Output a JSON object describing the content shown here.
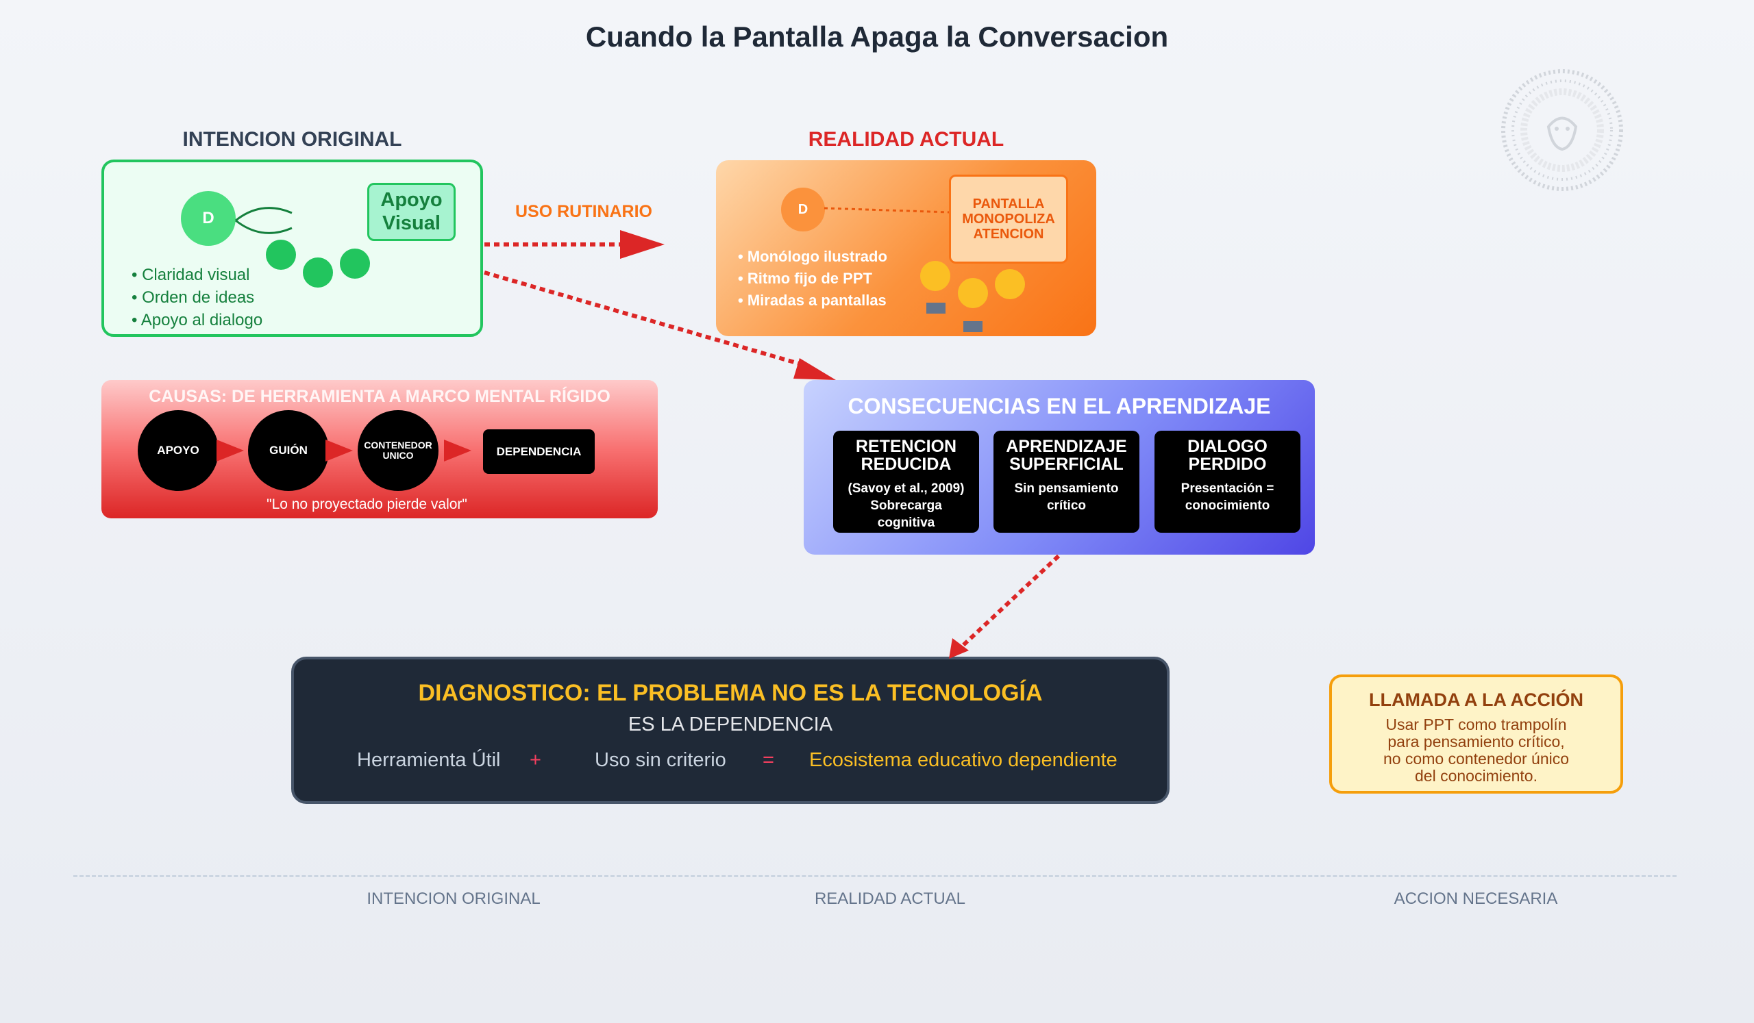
{
  "title": "Cuando la Pantalla Apaga la Conversacion",
  "colors": {
    "green": "#22c55e",
    "orange": "#f97316",
    "red": "#dc2626",
    "indigo": "#6366f1",
    "dark": "#1f2937",
    "amber": "#fbbf24"
  },
  "original": {
    "heading": "INTENCION ORIGINAL",
    "avatar": "D",
    "visual_support": [
      "Apoyo",
      "Visual"
    ],
    "bullets": [
      "• Claridad visual",
      "• Orden de ideas",
      "• Apoyo al dialogo"
    ]
  },
  "arrow_label": "USO RUTINARIO",
  "reality": {
    "heading": "REALIDAD ACTUAL",
    "avatar": "D",
    "screen_label": [
      "PANTALLA",
      "MONOPOLIZA",
      "ATENCION"
    ],
    "bullets": [
      "• Monólogo ilustrado",
      "• Ritmo fijo de PPT",
      "• Miradas a pantallas"
    ]
  },
  "causes": {
    "title": "CAUSAS: DE HERRAMIENTA A MARCO MENTAL RÍGIDO",
    "steps": [
      "APOYO",
      "GUIÓN",
      "CONTENEDOR",
      "UNICO"
    ],
    "final_step": "DEPENDENCIA",
    "quote": "\"Lo no proyectado pierde valor\""
  },
  "consequences": {
    "title": "CONSECUENCIAS EN EL APRENDIZAJE",
    "cards": [
      {
        "h1": "RETENCION",
        "h2": "REDUCIDA",
        "l1": "(Savoy et al., 2009)",
        "l2": "Sobrecarga",
        "l3": "cognitiva"
      },
      {
        "h1": "APRENDIZAJE",
        "h2": "SUPERFICIAL",
        "l1": "Sin pensamiento",
        "l2": "crítico",
        "l3": ""
      },
      {
        "h1": "DIALOGO",
        "h2": "PERDIDO",
        "l1": "Presentación =",
        "l2": "conocimiento",
        "l3": ""
      }
    ]
  },
  "diagnostic": {
    "title": "DIAGNOSTICO: EL PROBLEMA NO ES LA TECNOLOGÍA",
    "subtitle": "ES LA DEPENDENCIA",
    "term1": "Herramienta Útil",
    "plus": "+",
    "term2": "Uso sin criterio",
    "equals": "=",
    "result": "Ecosistema educativo dependiente"
  },
  "call_to_action": {
    "title": "LLAMADA A LA ACCIÓN",
    "lines": [
      "Usar PPT como trampolín",
      "para pensamiento crítico,",
      "no como contenedor único",
      "del conocimiento."
    ]
  },
  "footer": [
    "INTENCION ORIGINAL",
    "REALIDAD ACTUAL",
    "ACCION NECESARIA"
  ]
}
